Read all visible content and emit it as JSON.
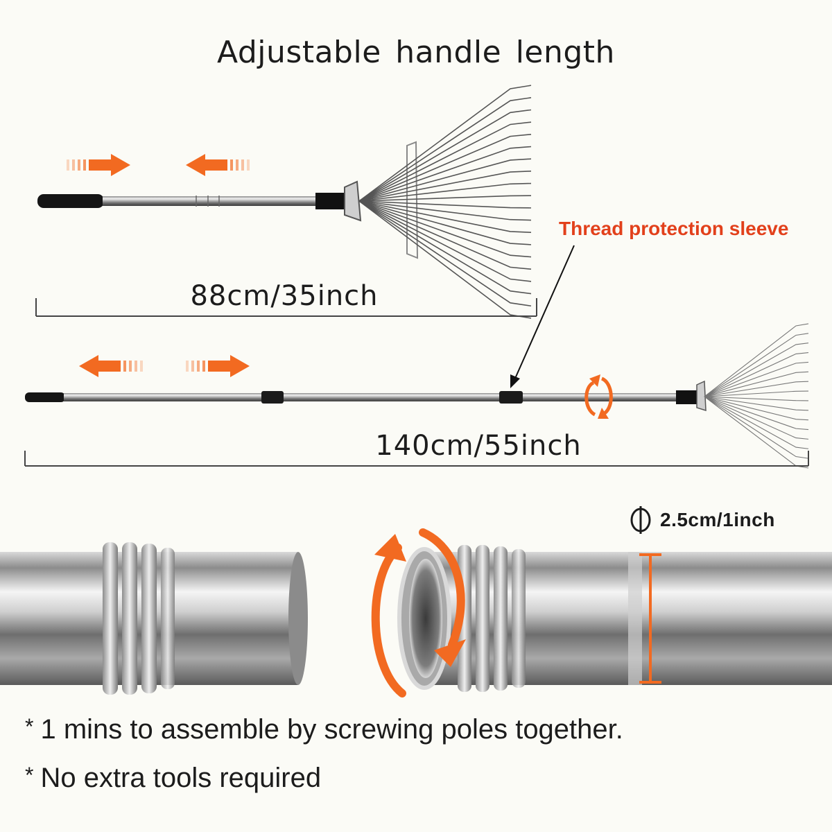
{
  "title": "Adjustable handle  length",
  "dimensions": {
    "collapsed": "88cm/35inch",
    "extended": "140cm/55inch"
  },
  "callout": "Thread protection sleeve",
  "diameter": "2.5cm/1inch",
  "notes": [
    "1 mins to assemble by screwing poles together.",
    "No extra tools required"
  ],
  "note_marker": "*",
  "colors": {
    "accent": "#f26a21",
    "callout": "#e2401b",
    "text": "#1c1c1c",
    "background": "#fbfbf6"
  },
  "icons": [
    "arrow-right-icon",
    "arrow-left-icon",
    "rotate-icon",
    "diameter-icon"
  ]
}
